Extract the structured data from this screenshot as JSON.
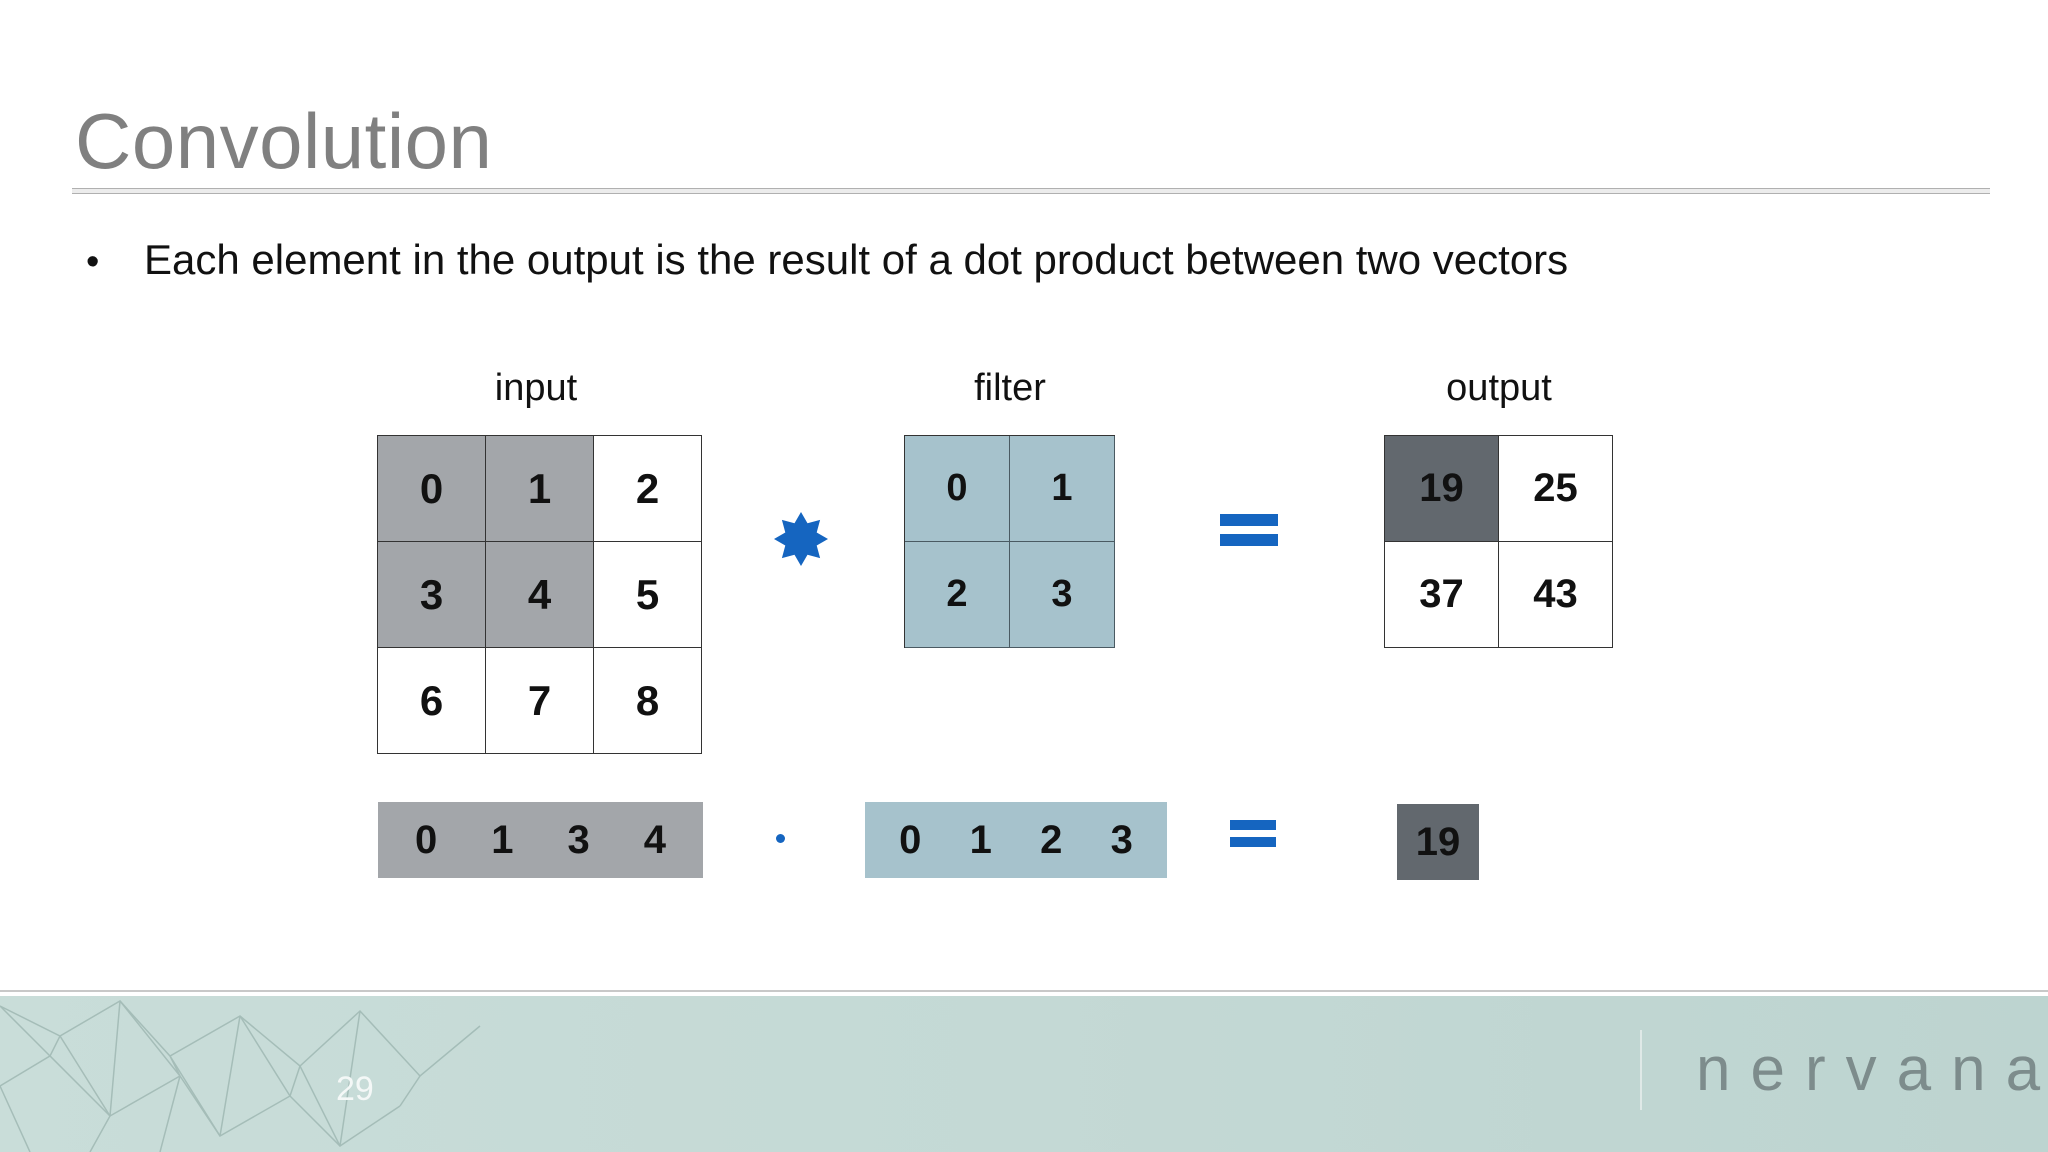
{
  "slide": {
    "title": "Convolution",
    "bullet_symbol": "•",
    "bullet": "Each element in the output is the result of a dot product between two vectors",
    "page_number": "29",
    "brand": "nervana"
  },
  "diagram": {
    "input": {
      "label": "input",
      "cells": [
        "0",
        "1",
        "2",
        "3",
        "4",
        "5",
        "6",
        "7",
        "8"
      ],
      "highlighted": [
        0,
        1,
        3,
        4
      ]
    },
    "filter": {
      "label": "filter",
      "cells": [
        "0",
        "1",
        "2",
        "3"
      ]
    },
    "output": {
      "label": "output",
      "cells": [
        "19",
        "25",
        "37",
        "43"
      ],
      "highlighted": [
        0
      ]
    },
    "input_vector": [
      "0",
      "1",
      "3",
      "4"
    ],
    "filter_vector": [
      "0",
      "1",
      "2",
      "3"
    ],
    "result": "19",
    "colors": {
      "input_highlight": "#a3a6aa",
      "filter_fill": "#a6c2cc",
      "output_highlight": "#62686e",
      "operator_blue": "#1565c0"
    }
  }
}
